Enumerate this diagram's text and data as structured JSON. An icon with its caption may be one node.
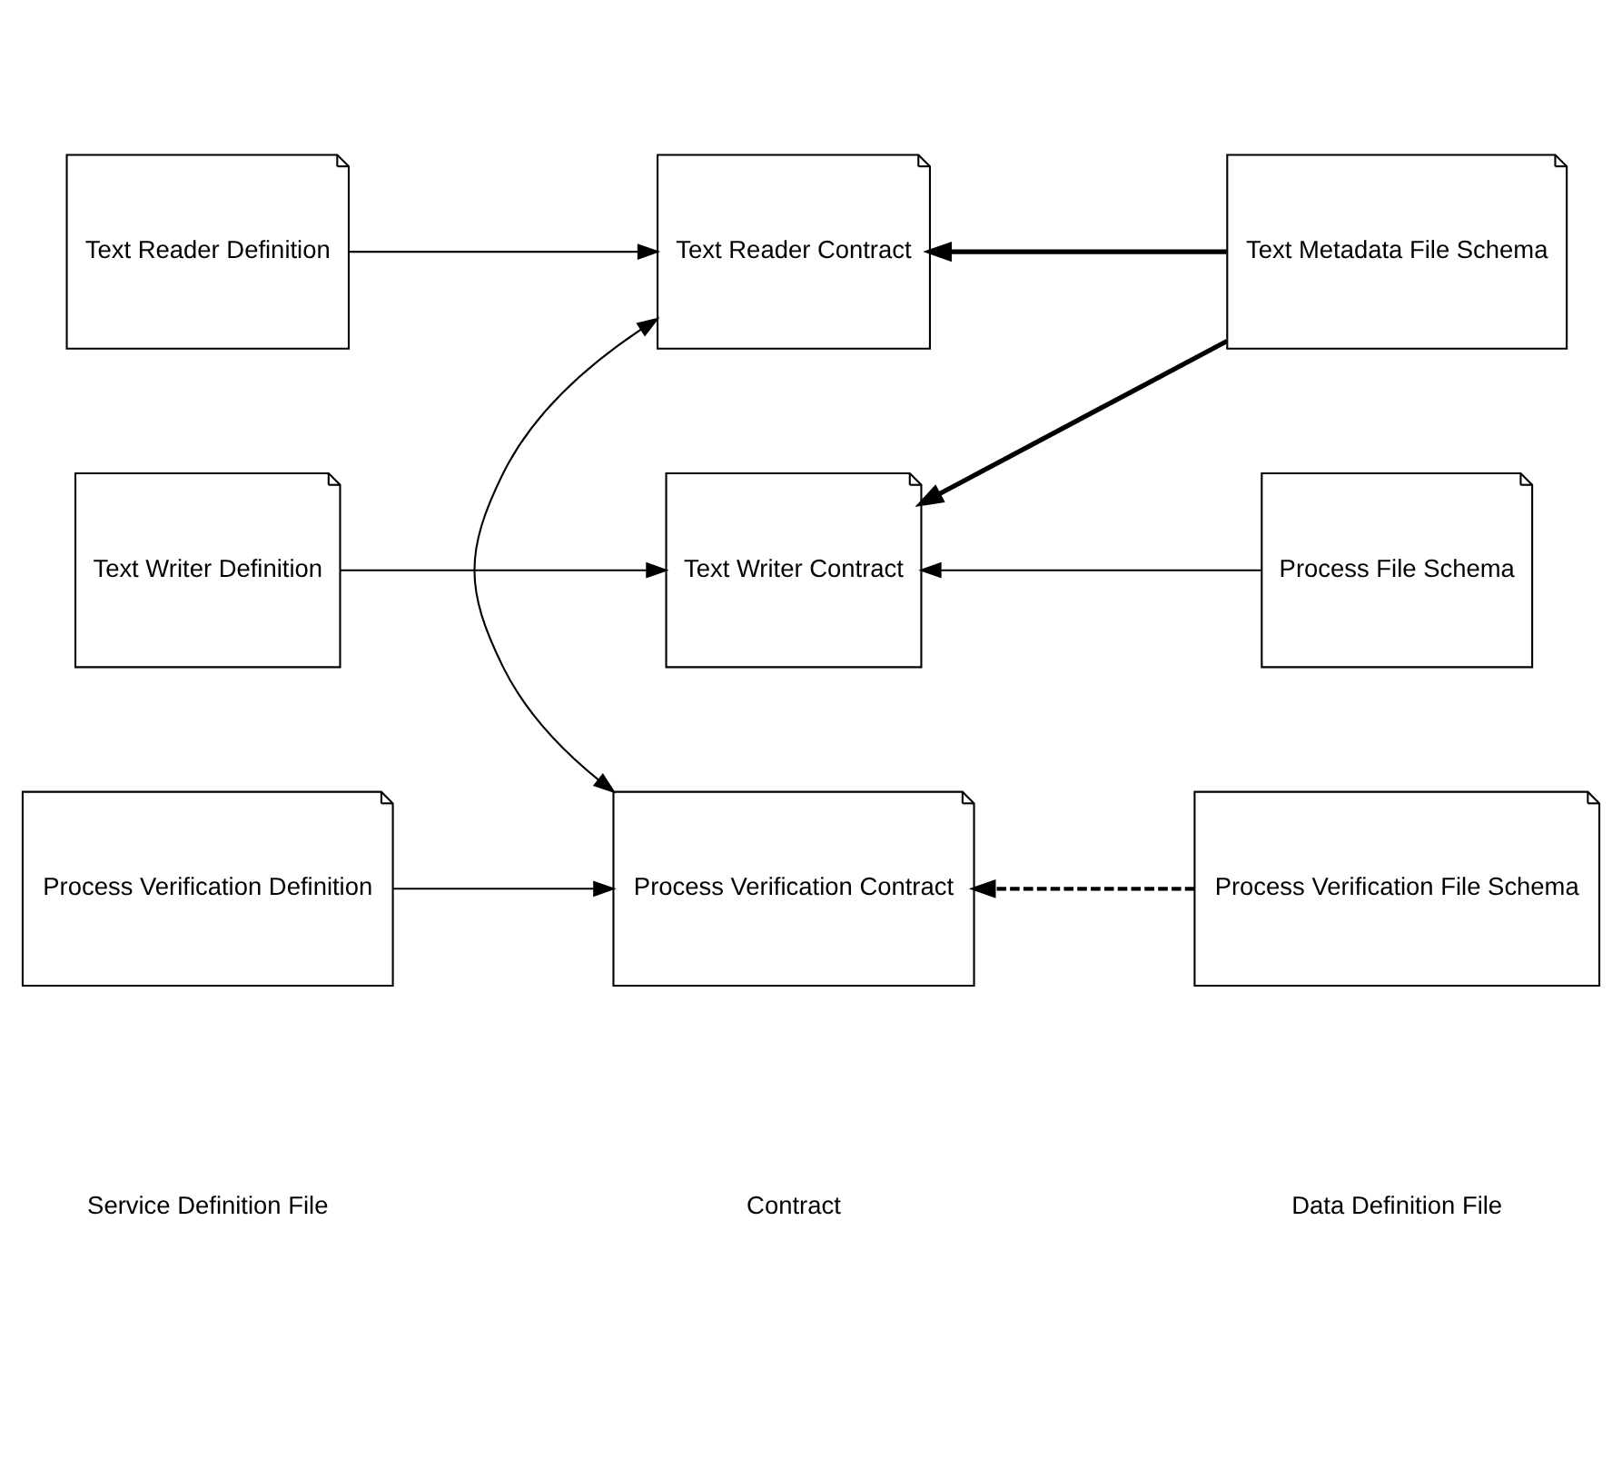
{
  "diagram": {
    "nodes": [
      {
        "text": [
          "Text Reader Definition"
        ]
      },
      {
        "text": [
          "Text Reader Contract"
        ]
      },
      {
        "text": [
          "Text Metadata File Schema"
        ]
      },
      {
        "text": [
          "Text Writer Definition"
        ]
      },
      {
        "text": [
          "Text Writer Contract"
        ]
      },
      {
        "text": [
          "Process File Schema"
        ]
      },
      {
        "text": [
          "Process Verification Definition"
        ]
      },
      {
        "text": [
          "Process Verification Contract"
        ]
      },
      {
        "text": [
          "Process Verification File Schema"
        ]
      }
    ],
    "edges": [
      {
        "from": 0,
        "to": 1,
        "arrow": "to"
      },
      {
        "from": 2,
        "to": 1,
        "arrow": "to",
        "style": "thick"
      },
      {
        "from": 2,
        "to": 4,
        "arrow": "to",
        "style": "thick"
      },
      {
        "from": 1,
        "to": 7,
        "arrow": "both"
      },
      {
        "from": 3,
        "to": 4,
        "arrow": "to"
      },
      {
        "from": 5,
        "to": 4,
        "arrow": "to"
      },
      {
        "from": 6,
        "to": 7,
        "arrow": "to"
      },
      {
        "from": 8,
        "to": 7,
        "arrow": "to",
        "style": "dashed"
      }
    ],
    "labels": [
      "Service Definition File",
      "Contract",
      "Data Definition File"
    ]
  }
}
